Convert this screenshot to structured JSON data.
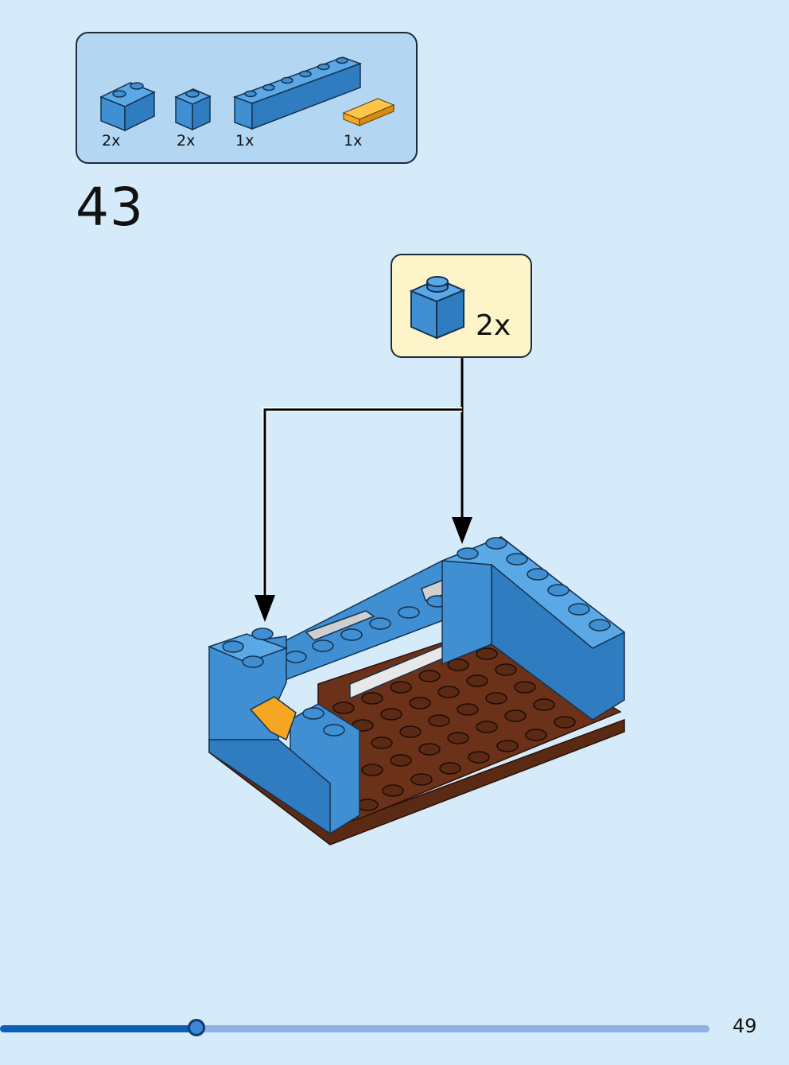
{
  "parts_list": {
    "items": [
      {
        "part": "brick-1x2-blue",
        "color": "#3f8fd2",
        "qty": "2x"
      },
      {
        "part": "brick-1x1-blue",
        "color": "#3f8fd2",
        "qty": "2x"
      },
      {
        "part": "brick-1x8-blue",
        "color": "#3f8fd2",
        "qty": "1x"
      },
      {
        "part": "tile-1x2-yellow",
        "color": "#f5a623",
        "qty": "1x"
      }
    ]
  },
  "step": {
    "number": "43"
  },
  "callout": {
    "part": "brick-1x1-blue",
    "qty": "2x"
  },
  "progress": {
    "fraction": 0.277
  },
  "page": {
    "number": "49"
  },
  "colors": {
    "background": "#d6ebfa",
    "brick_blue": "#3f8fd2",
    "plate_brown": "#5a2a14",
    "tile_yellow": "#f5a623",
    "progress_fill": "#0d5fb8",
    "progress_track": "#8fb1e2"
  }
}
